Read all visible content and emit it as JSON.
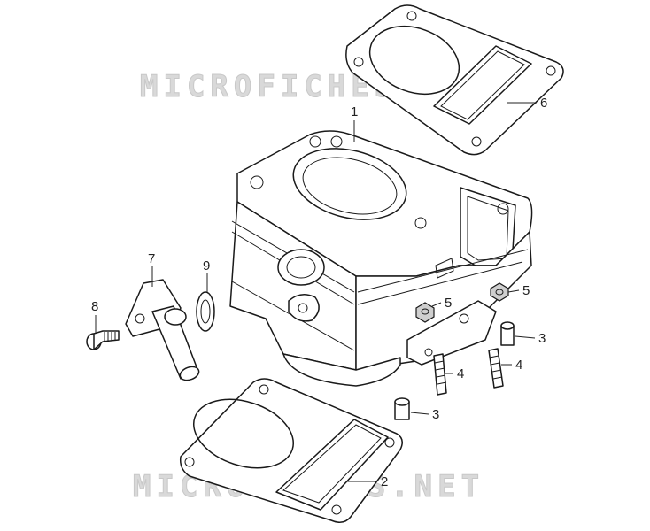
{
  "watermark": {
    "top": "MICROFICHES.NET",
    "bottom": "MICROFICHES.NET"
  },
  "callouts": {
    "c1": "1",
    "c2": "2",
    "c3a": "3",
    "c3b": "3",
    "c4a": "4",
    "c4b": "4",
    "c5a": "5",
    "c5b": "5",
    "c6": "6",
    "c7": "7",
    "c8": "8",
    "c9": "9"
  }
}
